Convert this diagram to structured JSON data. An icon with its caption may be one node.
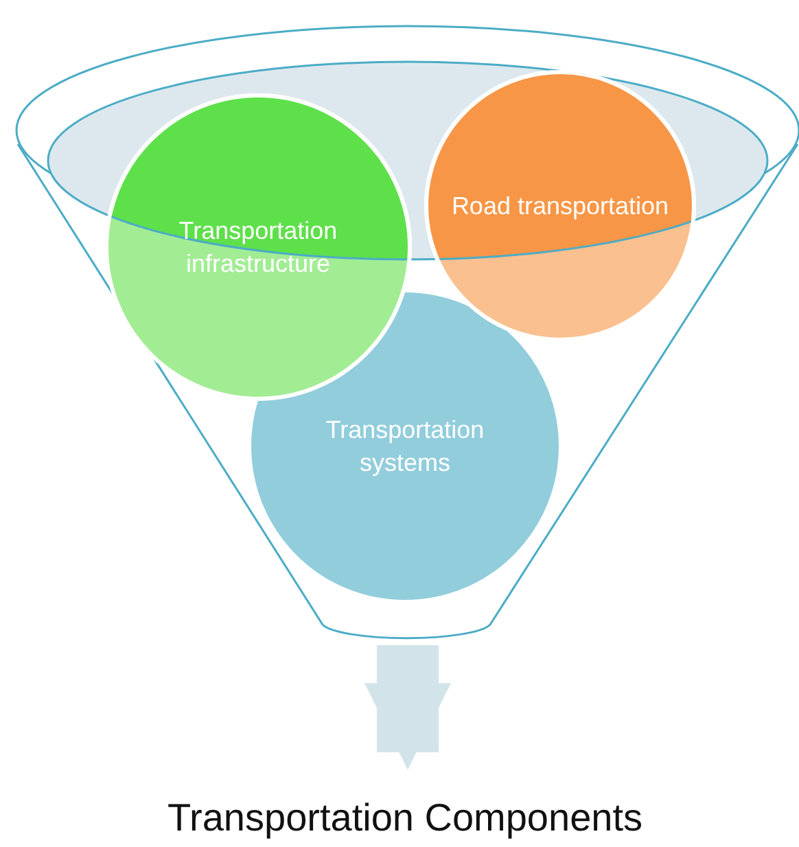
{
  "diagram": {
    "nodes": [
      {
        "text": [],
        "shape": "funnel"
      },
      {
        "text": [
          "Transportation infrastructure"
        ]
      },
      {
        "text": [
          "Road transportation"
        ]
      },
      {
        "text": [
          "Transportation systems"
        ],
        "in": 0
      },
      {
        "text": [
          "Transportation Components"
        ]
      }
    ],
    "edges": [
      {
        "from": 0,
        "to": 4,
        "arrow": "to"
      }
    ]
  }
}
